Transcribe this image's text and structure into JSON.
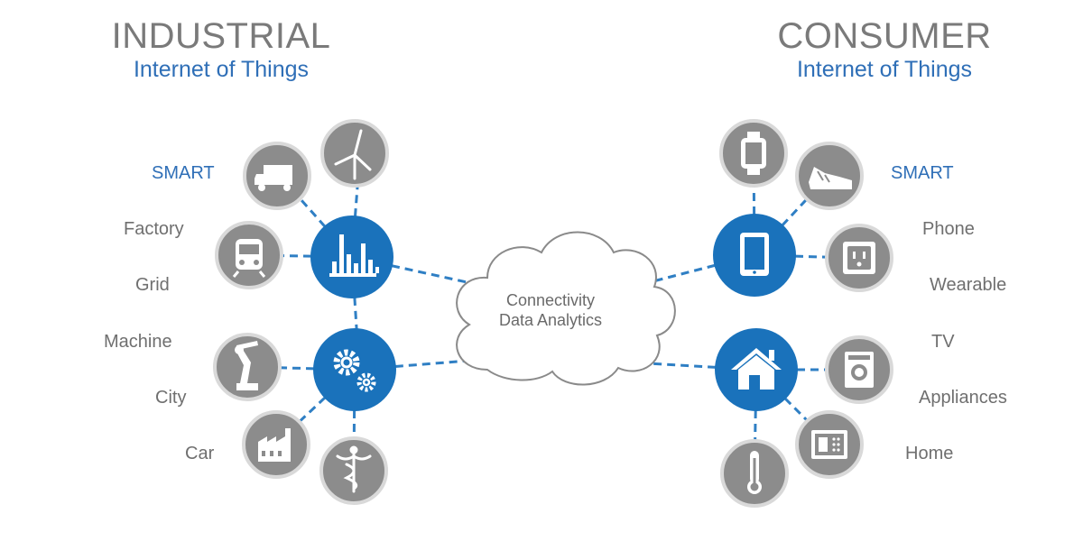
{
  "industrial": {
    "title": "INDUSTRIAL",
    "subtitle": "Internet of Things",
    "labels": [
      "SMART",
      "Factory",
      "Grid",
      "Machine",
      "City",
      "Car"
    ]
  },
  "consumer": {
    "title": "CONSUMER",
    "subtitle": "Internet of Things",
    "labels": [
      "SMART",
      "Phone",
      "Wearable",
      "TV",
      "Appliances",
      "Home"
    ]
  },
  "cloud": {
    "line1": "Connectivity",
    "line2": "Data Analytics"
  },
  "icons": {
    "industrial_hubs": [
      "factory-chart-icon",
      "gears-icon"
    ],
    "industrial_nodes": [
      "wind-turbine-icon",
      "truck-icon",
      "train-icon",
      "robot-arm-icon",
      "factory-icon",
      "caduceus-icon"
    ],
    "consumer_hubs": [
      "tablet-icon",
      "house-icon"
    ],
    "consumer_nodes": [
      "smartwatch-icon",
      "sneaker-icon",
      "power-outlet-icon",
      "washing-machine-icon",
      "safe-icon",
      "thermometer-icon"
    ]
  },
  "colors": {
    "hub": "#1a72bb",
    "node": "#8c8c8c",
    "node_ring": "#d9d9d9",
    "connector": "#2f7fc4",
    "accent_text": "#2f6fb7",
    "label_text": "#6f6f6f"
  }
}
